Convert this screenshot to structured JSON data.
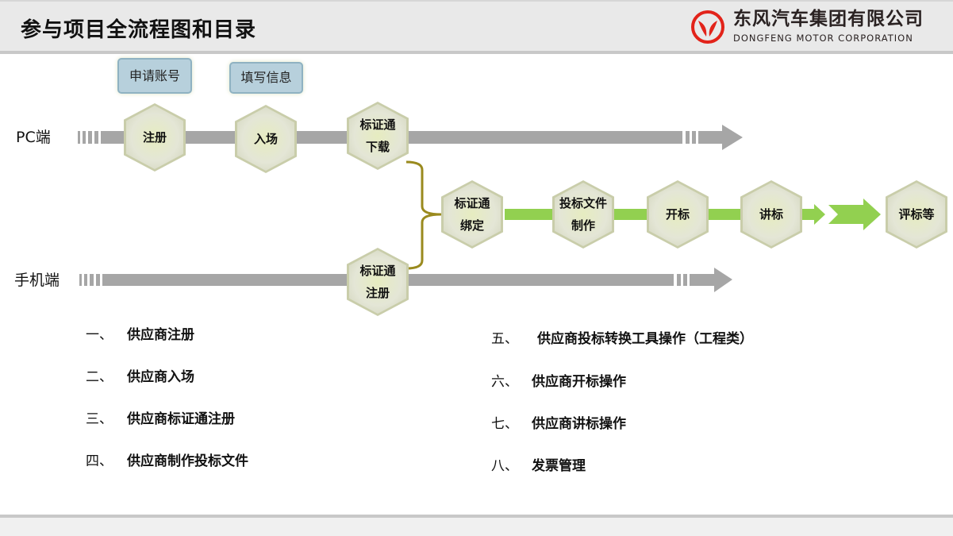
{
  "header": {
    "title": "参与项目全流程图和目录",
    "logo_cn": "东风汽车集团有限公司",
    "logo_en": "DONGFENG MOTOR CORPORATION"
  },
  "flow": {
    "pc_label": "PC端",
    "mobile_label": "手机端",
    "notes": [
      "申请账号",
      "填写信息"
    ],
    "pc_steps": [
      "注册",
      "入场",
      "标证通下载"
    ],
    "mobile_steps": [
      "标证通注册"
    ],
    "shared_steps": [
      "标证通绑定",
      "投标文件制作",
      "开标",
      "讲标",
      "评标等"
    ],
    "colors": {
      "gray": "#a6a6a6",
      "green": "#92d050",
      "bracket": "#9a8a1e"
    }
  },
  "toc": {
    "left": [
      {
        "n": "一、",
        "t": "供应商注册"
      },
      {
        "n": "二、",
        "t": "供应商入场"
      },
      {
        "n": "三、",
        "t": "供应商标证通注册"
      },
      {
        "n": "四、",
        "t": "供应商制作投标文件"
      }
    ],
    "right": [
      {
        "n": "五、",
        "t": "供应商投标转换工具操作（工程类）"
      },
      {
        "n": "六、",
        "t": "供应商开标操作"
      },
      {
        "n": "七、",
        "t": "供应商讲标操作"
      },
      {
        "n": "八、",
        "t": "发票管理"
      }
    ]
  }
}
